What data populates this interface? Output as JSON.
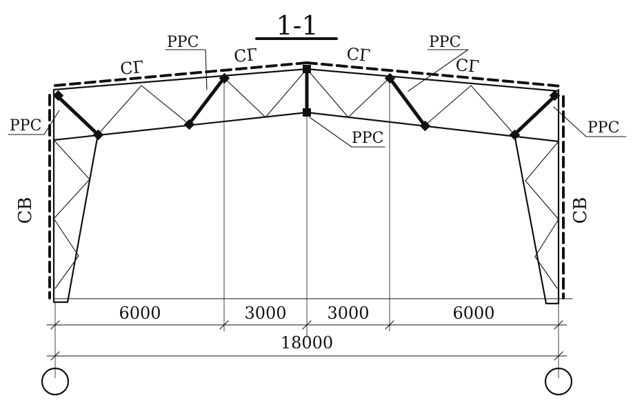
{
  "section_title": "1-1",
  "labels": {
    "ppc": "PPC",
    "sg": "СГ",
    "sv": "СВ"
  },
  "dimensions": {
    "d1": "6000",
    "d2": "3000",
    "d3": "3000",
    "d4": "6000",
    "total": "18000"
  }
}
